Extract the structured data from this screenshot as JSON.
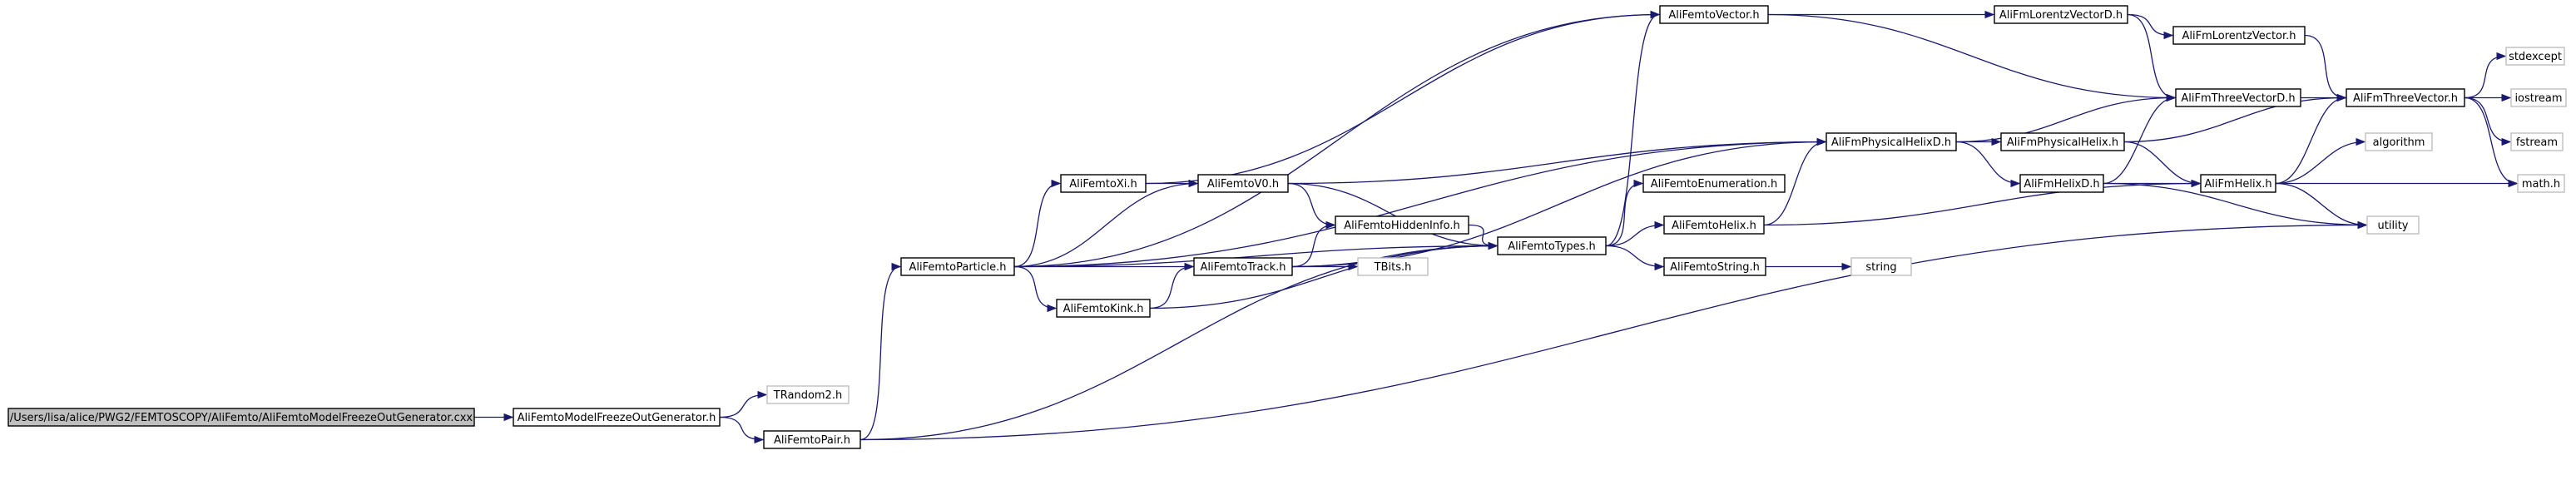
{
  "nodes": [
    {
      "id": "root",
      "label": "/Users/lisa/alice/PWG2/FEMTOSCOPY/AliFemto/AliFemtoModelFreezeOutGenerator.cxx",
      "style": "root"
    },
    {
      "id": "freezeout_h",
      "label": "AliFemtoModelFreezeOutGenerator.h",
      "style": "doc"
    },
    {
      "id": "trandom2",
      "label": "TRandom2.h",
      "style": "ext"
    },
    {
      "id": "pair",
      "label": "AliFemtoPair.h",
      "style": "doc"
    },
    {
      "id": "particle",
      "label": "AliFemtoParticle.h",
      "style": "doc"
    },
    {
      "id": "xi",
      "label": "AliFemtoXi.h",
      "style": "doc"
    },
    {
      "id": "v0",
      "label": "AliFemtoV0.h",
      "style": "doc"
    },
    {
      "id": "track",
      "label": "AliFemtoTrack.h",
      "style": "doc"
    },
    {
      "id": "kink",
      "label": "AliFemtoKink.h",
      "style": "doc"
    },
    {
      "id": "hidden",
      "label": "AliFemtoHiddenInfo.h",
      "style": "doc"
    },
    {
      "id": "tbits",
      "label": "TBits.h",
      "style": "ext"
    },
    {
      "id": "types",
      "label": "AliFemtoTypes.h",
      "style": "doc"
    },
    {
      "id": "vector",
      "label": "AliFemtoVector.h",
      "style": "doc"
    },
    {
      "id": "enumeration",
      "label": "AliFemtoEnumeration.h",
      "style": "doc"
    },
    {
      "id": "fhelix",
      "label": "AliFemtoHelix.h",
      "style": "doc"
    },
    {
      "id": "fstring",
      "label": "AliFemtoString.h",
      "style": "doc"
    },
    {
      "id": "string",
      "label": "string",
      "style": "ext"
    },
    {
      "id": "physhelixd",
      "label": "AliFmPhysicalHelixD.h",
      "style": "doc"
    },
    {
      "id": "physhelix",
      "label": "AliFmPhysicalHelix.h",
      "style": "doc"
    },
    {
      "id": "helixd",
      "label": "AliFmHelixD.h",
      "style": "doc"
    },
    {
      "id": "lorentzd",
      "label": "AliFmLorentzVectorD.h",
      "style": "doc"
    },
    {
      "id": "lorentz",
      "label": "AliFmLorentzVector.h",
      "style": "doc"
    },
    {
      "id": "threed",
      "label": "AliFmThreeVectorD.h",
      "style": "doc"
    },
    {
      "id": "three",
      "label": "AliFmThreeVector.h",
      "style": "doc"
    },
    {
      "id": "helix",
      "label": "AliFmHelix.h",
      "style": "doc"
    },
    {
      "id": "stdexcept",
      "label": "stdexcept",
      "style": "ext"
    },
    {
      "id": "iostream",
      "label": "iostream",
      "style": "ext"
    },
    {
      "id": "fstream",
      "label": "fstream",
      "style": "ext"
    },
    {
      "id": "algorithm",
      "label": "algorithm",
      "style": "ext"
    },
    {
      "id": "math",
      "label": "math.h",
      "style": "ext"
    },
    {
      "id": "utility",
      "label": "utility",
      "style": "ext"
    }
  ],
  "edges": [
    [
      "root",
      "freezeout_h"
    ],
    [
      "freezeout_h",
      "trandom2"
    ],
    [
      "freezeout_h",
      "pair"
    ],
    [
      "pair",
      "particle"
    ],
    [
      "pair",
      "types"
    ],
    [
      "pair",
      "utility"
    ],
    [
      "particle",
      "vector"
    ],
    [
      "particle",
      "physhelixd"
    ],
    [
      "particle",
      "xi"
    ],
    [
      "particle",
      "v0"
    ],
    [
      "particle",
      "track"
    ],
    [
      "particle",
      "kink"
    ],
    [
      "particle",
      "types"
    ],
    [
      "xi",
      "v0"
    ],
    [
      "xi",
      "vector"
    ],
    [
      "v0",
      "physhelixd"
    ],
    [
      "v0",
      "types"
    ],
    [
      "v0",
      "hidden"
    ],
    [
      "track",
      "hidden"
    ],
    [
      "track",
      "tbits"
    ],
    [
      "track",
      "types"
    ],
    [
      "track",
      "physhelixd"
    ],
    [
      "kink",
      "track"
    ],
    [
      "kink",
      "types"
    ],
    [
      "hidden",
      "types"
    ],
    [
      "types",
      "vector"
    ],
    [
      "types",
      "enumeration"
    ],
    [
      "types",
      "fhelix"
    ],
    [
      "types",
      "fstring"
    ],
    [
      "fstring",
      "string"
    ],
    [
      "fhelix",
      "physhelixd"
    ],
    [
      "fhelix",
      "helix"
    ],
    [
      "vector",
      "lorentzd"
    ],
    [
      "vector",
      "threed"
    ],
    [
      "lorentzd",
      "lorentz"
    ],
    [
      "lorentzd",
      "threed"
    ],
    [
      "lorentz",
      "three"
    ],
    [
      "physhelixd",
      "physhelix"
    ],
    [
      "physhelixd",
      "threed"
    ],
    [
      "physhelixd",
      "helixd"
    ],
    [
      "physhelix",
      "helix"
    ],
    [
      "physhelix",
      "three"
    ],
    [
      "helixd",
      "threed"
    ],
    [
      "helixd",
      "helix"
    ],
    [
      "helixd",
      "utility"
    ],
    [
      "threed",
      "three"
    ],
    [
      "three",
      "stdexcept"
    ],
    [
      "three",
      "iostream"
    ],
    [
      "three",
      "fstream"
    ],
    [
      "three",
      "math"
    ],
    [
      "helix",
      "three"
    ],
    [
      "helix",
      "algorithm"
    ],
    [
      "helix",
      "math"
    ],
    [
      "helix",
      "utility"
    ]
  ],
  "colors": {
    "edge": "#191970",
    "root_fill": "#bfbfbf",
    "node_border": "#000000",
    "ext_border": "#bfbfbf",
    "text": "#000000"
  }
}
